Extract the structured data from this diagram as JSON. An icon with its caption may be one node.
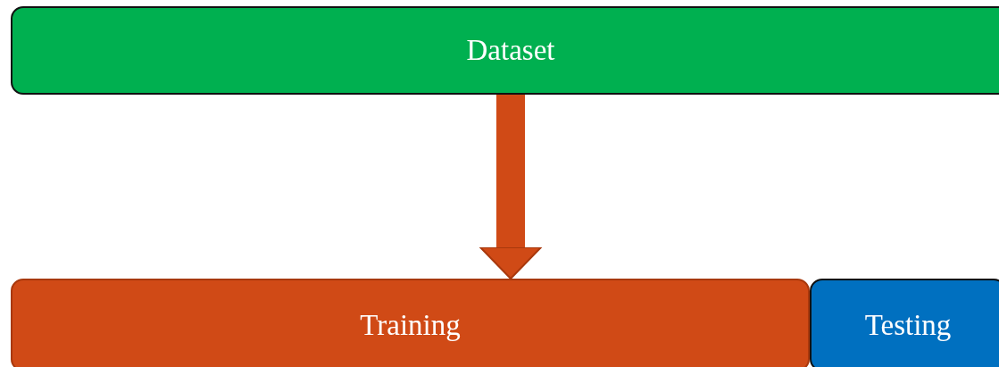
{
  "diagram": {
    "nodes": [
      {
        "text": [
          "Dataset"
        ]
      },
      {
        "text": [
          "Training"
        ]
      },
      {
        "text": [
          "Testing"
        ]
      }
    ],
    "edges": [
      {
        "from": 0,
        "to": 1,
        "arrow": "to"
      }
    ]
  }
}
